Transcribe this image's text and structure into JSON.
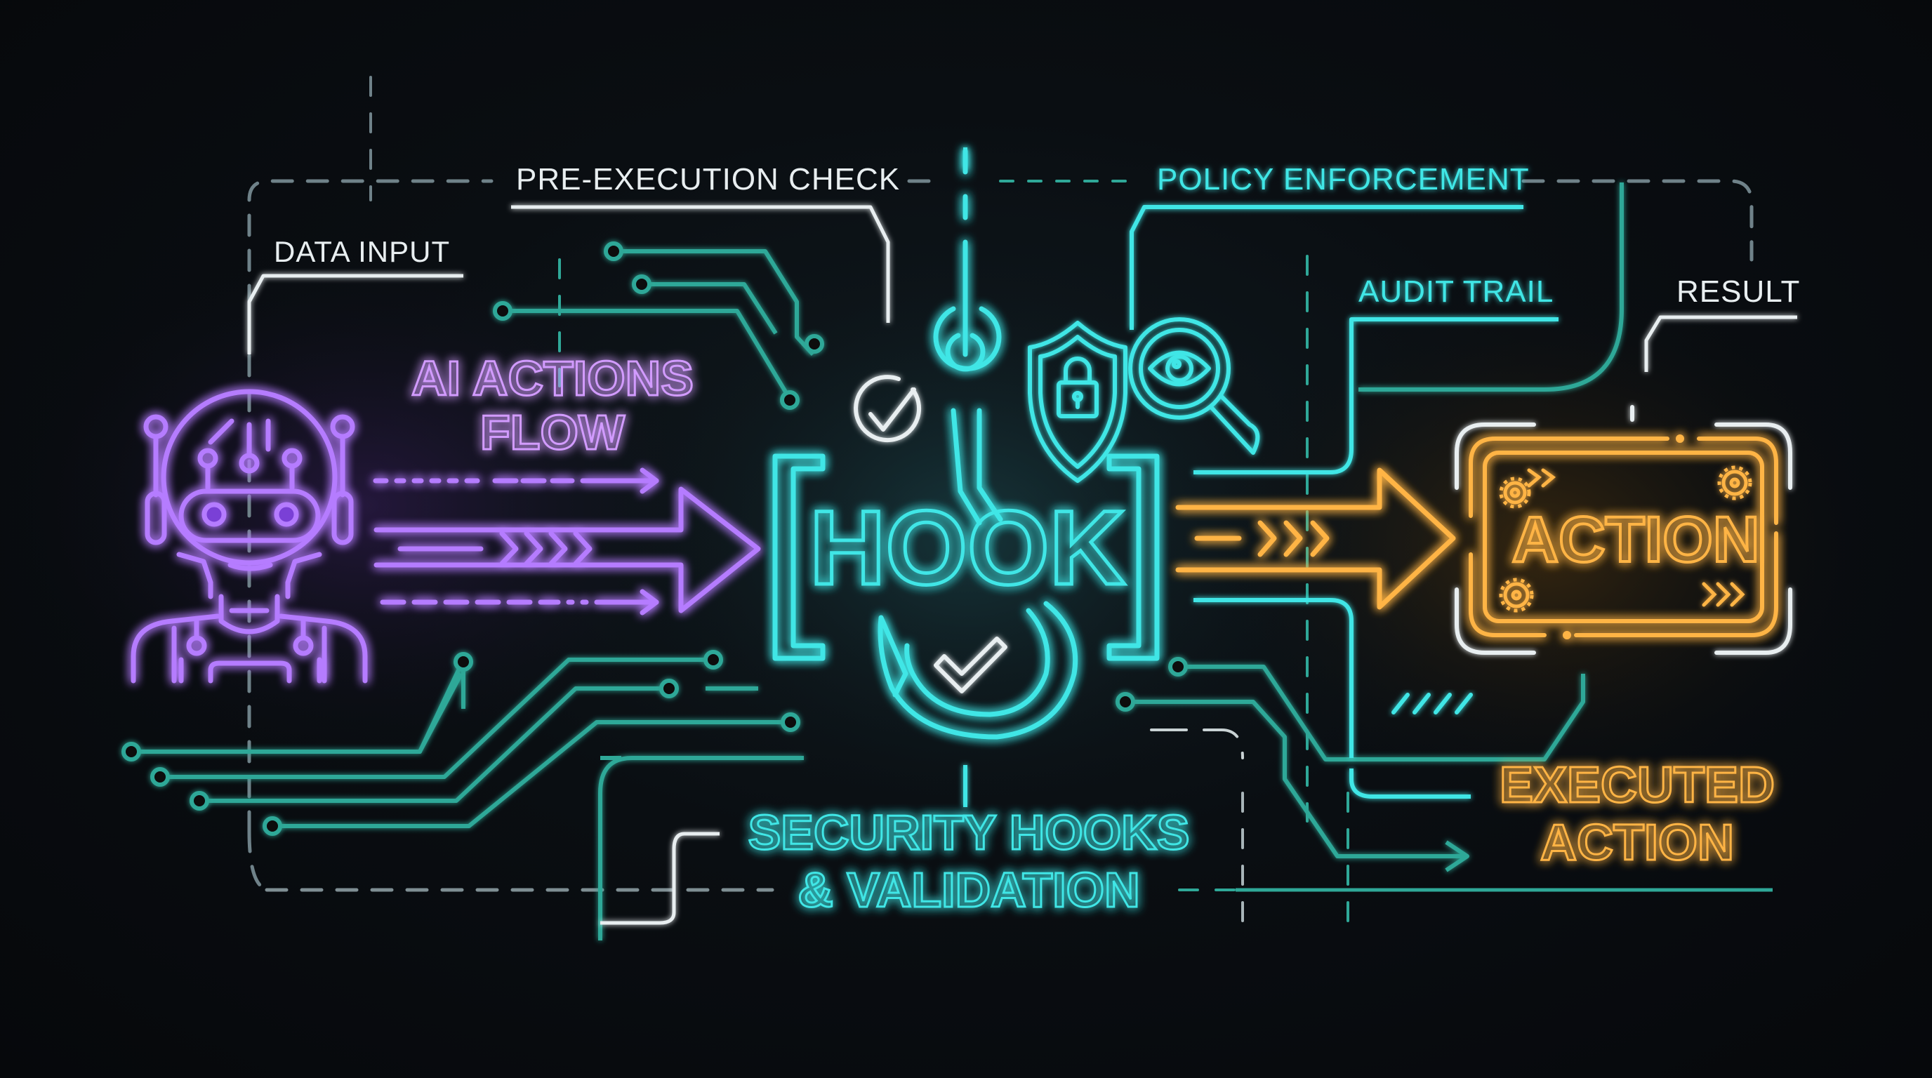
{
  "title_labels": {
    "data_input": "DATA INPUT",
    "pre_execution_check": "PRE-EXECUTION CHECK",
    "policy_enforcement": "POLICY ENFORCEMENT",
    "audit_trail": "AUDIT TRAIL",
    "result": "RESULT"
  },
  "flow": {
    "source_title_line1": "AI ACTIONS",
    "source_title_line2": "FLOW",
    "hook_label": "HOOK",
    "action_label": "ACTION",
    "executed_line1": "EXECUTED",
    "executed_line2": "ACTION",
    "caption_line1": "SECURITY HOOKS",
    "caption_line2": "& VALIDATION"
  },
  "icons": {
    "robot": "robot-icon",
    "check_circle": "check-circle-icon",
    "fishing_hook": "fishing-hook-icon",
    "shield_lock": "shield-lock-icon",
    "magnifier_eye": "magnifier-eye-icon",
    "gear": "gear-icon",
    "chevrons": "chevron-right-icon",
    "checkmark": "checkmark-icon"
  },
  "colors": {
    "background": "#07090c",
    "purple": "#b57bff",
    "cyan": "#3fe6e6",
    "teal": "#2fa898",
    "orange": "#ffb444",
    "white": "#e8eef0",
    "gray_dash": "#6f8289"
  }
}
